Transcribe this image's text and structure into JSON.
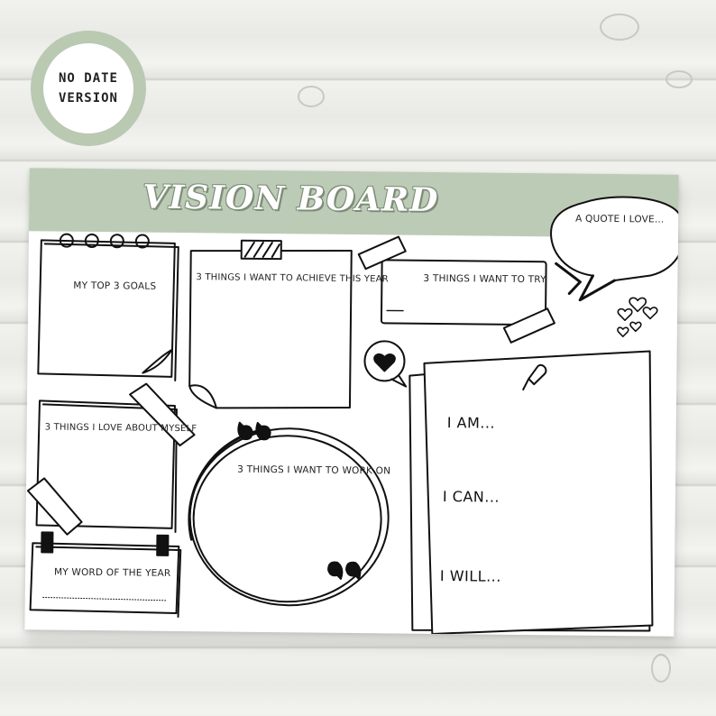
{
  "badge": {
    "line1": "NO DATE",
    "line2": "VERSION"
  },
  "board": {
    "title": "VISION BOARD",
    "quote_label": "A QUOTE I LOVE...",
    "goals_label": "MY TOP 3 GOALS",
    "achieve_label": "3 THINGS I WANT TO ACHIEVE THIS YEAR",
    "try_label": "3 THINGS I WANT TO TRY",
    "love_label": "3 THINGS I LOVE ABOUT MYSELF",
    "work_label": "3 THINGS I WANT TO WORK ON",
    "word_label": "MY WORD OF THE YEAR",
    "i_am": "I AM...",
    "i_can": "I CAN...",
    "i_will": "I WILL..."
  },
  "colors": {
    "sage": "#bccbb6",
    "badge_ring": "#b9c9b2",
    "ink": "#111111"
  }
}
